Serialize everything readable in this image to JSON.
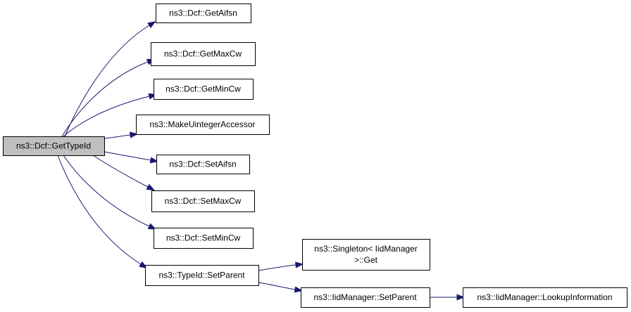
{
  "colors": {
    "edge": "#191970",
    "root_fill": "#bfbfbf",
    "node_fill": "#ffffff",
    "node_border": "#000000"
  },
  "nodes": {
    "get_type_id": {
      "lines": [
        "ns3::Dcf::GetTypeId"
      ]
    },
    "get_aifsn": {
      "lines": [
        "ns3::Dcf::GetAifsn"
      ]
    },
    "get_max_cw": {
      "lines": [
        "ns3::Dcf::GetMaxCw"
      ]
    },
    "get_min_cw": {
      "lines": [
        "ns3::Dcf::GetMinCw"
      ]
    },
    "make_uinteger_accessor": {
      "lines": [
        "ns3::MakeUintegerAccessor"
      ]
    },
    "set_aifsn": {
      "lines": [
        "ns3::Dcf::SetAifsn"
      ]
    },
    "set_max_cw": {
      "lines": [
        "ns3::Dcf::SetMaxCw"
      ]
    },
    "set_min_cw": {
      "lines": [
        "ns3::Dcf::SetMinCw"
      ]
    },
    "type_id_set_parent": {
      "lines": [
        "ns3::TypeId::SetParent"
      ]
    },
    "singleton_get": {
      "lines": [
        "ns3::Singleton< IidManager",
        ">::Get"
      ]
    },
    "iid_manager_set_parent": {
      "lines": [
        "ns3::IidManager::SetParent"
      ]
    },
    "iid_manager_lookup_information": {
      "lines": [
        "ns3::IidManager::LookupInformation"
      ]
    }
  },
  "edges": [
    {
      "from": "get_type_id",
      "to": "get_aifsn"
    },
    {
      "from": "get_type_id",
      "to": "get_max_cw"
    },
    {
      "from": "get_type_id",
      "to": "get_min_cw"
    },
    {
      "from": "get_type_id",
      "to": "make_uinteger_accessor"
    },
    {
      "from": "get_type_id",
      "to": "set_aifsn"
    },
    {
      "from": "get_type_id",
      "to": "set_max_cw"
    },
    {
      "from": "get_type_id",
      "to": "set_min_cw"
    },
    {
      "from": "get_type_id",
      "to": "type_id_set_parent"
    },
    {
      "from": "type_id_set_parent",
      "to": "singleton_get"
    },
    {
      "from": "type_id_set_parent",
      "to": "iid_manager_set_parent"
    },
    {
      "from": "iid_manager_set_parent",
      "to": "iid_manager_lookup_information"
    }
  ]
}
